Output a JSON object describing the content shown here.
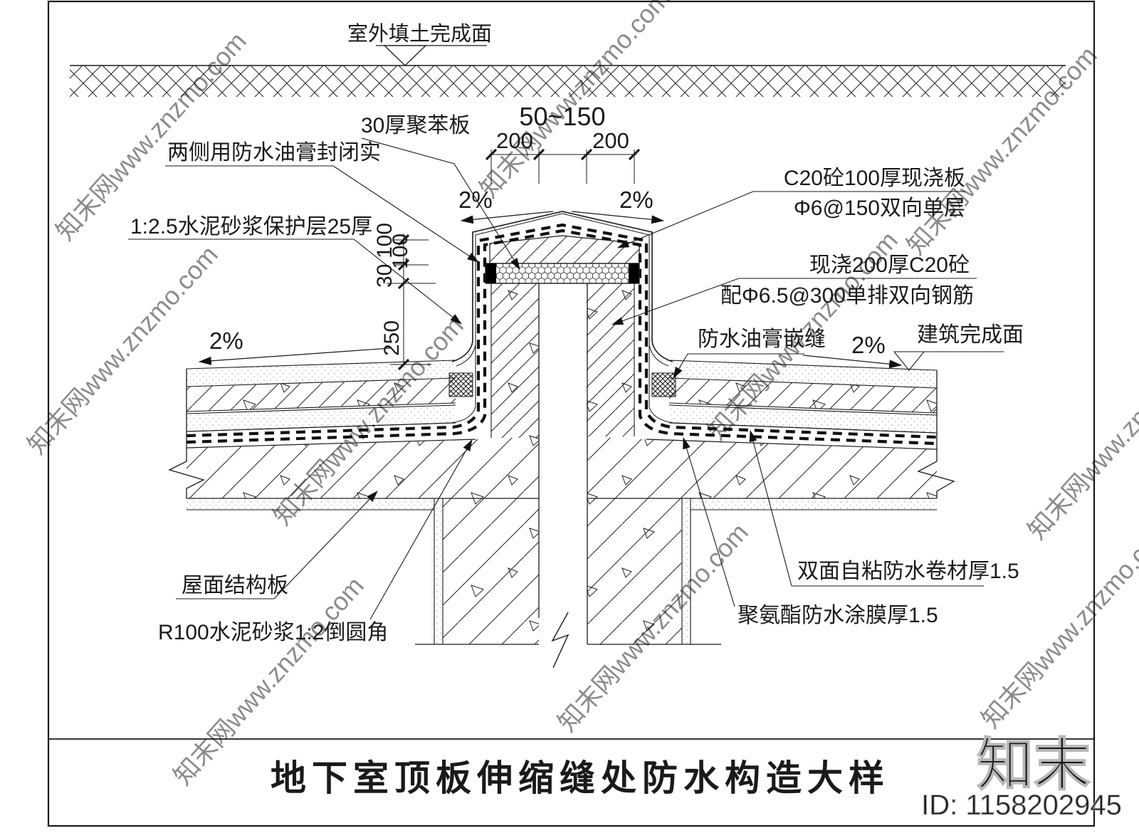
{
  "sheet": {
    "title": "地下室顶板伸缩缝处防水构造大样"
  },
  "labels": {
    "fill_surface": "室外填土完成面",
    "seal_sides": "两侧用防水油膏封闭实",
    "poly_board": "30厚聚苯板",
    "protect_layer": "1:2.5水泥砂浆保护层25厚",
    "cap_slab": "C20砼100厚现浇板",
    "cap_rebar": "Φ6@150双向单层",
    "joint_wall": "现浇200厚C20砼",
    "joint_wall_rebar": "配Φ6.5@300单排双向钢筋",
    "caulk": "防水油膏嵌缝",
    "finish_surface": "建筑完成面",
    "membrane": "双面自粘防水卷材厚1.5",
    "coating": "聚氨酯防水涂膜厚1.5",
    "roof_slab": "屋面结构板",
    "fillet": "R100水泥砂浆1:2倒圆角"
  },
  "dimensions": {
    "joint_width": "50~150",
    "wall_left": "200",
    "wall_right": "200",
    "v_100a": "100",
    "v_100b": "100",
    "v_30": "30",
    "v_250": "250",
    "slope": "2%"
  },
  "watermark": {
    "brand": "知末",
    "id": "ID: 1158202945",
    "tile": "知末网www.znzmo.com"
  },
  "colors": {
    "line": "#1a1a1a",
    "watermark_gray": "#d2d2d2"
  }
}
